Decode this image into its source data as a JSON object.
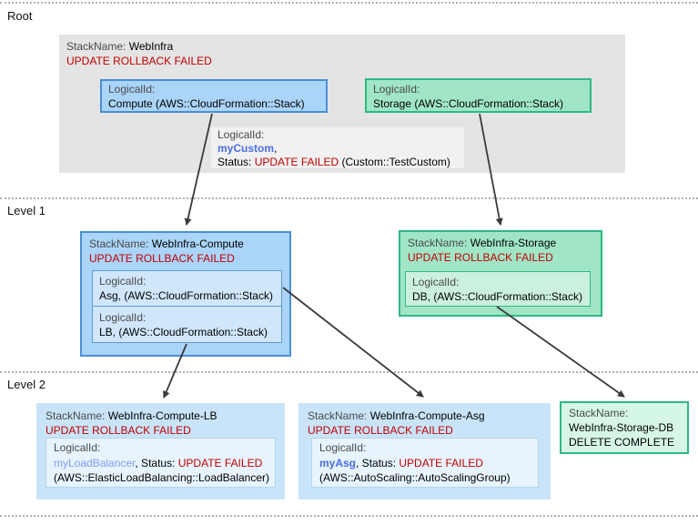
{
  "sections": {
    "root": "Root",
    "level1": "Level 1",
    "level2": "Level 2"
  },
  "root": {
    "stack": {
      "stackname_label": "StackName:",
      "name": "WebInfra",
      "status": "UPDATE ROLLBACK FAILED"
    },
    "compute": {
      "logicalid_label": "LogicalId:",
      "value": "Compute (AWS::CloudFormation::Stack)"
    },
    "storage": {
      "logicalid_label": "LogicalId:",
      "value": "Storage (AWS::CloudFormation::Stack)"
    },
    "custom": {
      "logicalid_label": "LogicalId:",
      "link": "myCustom",
      "comma": ",",
      "status_label": "Status:",
      "status_value": "UPDATE FAILED",
      "type": "(Custom::TestCustom)"
    }
  },
  "level1": {
    "compute": {
      "stackname_label": "StackName:",
      "name": "WebInfra-Compute",
      "status": "UPDATE ROLLBACK FAILED",
      "resources": [
        {
          "logicalid_label": "LogicalId:",
          "value": "Asg, (AWS::CloudFormation::Stack)"
        },
        {
          "logicalid_label": "LogicalId:",
          "value": "LB, (AWS::CloudFormation::Stack)"
        }
      ]
    },
    "storage": {
      "stackname_label": "StackName:",
      "name": "WebInfra-Storage",
      "status": "UPDATE ROLLBACK FAILED",
      "resource": {
        "logicalid_label": "LogicalId:",
        "value": "DB, (AWS::CloudFormation::Stack)"
      }
    }
  },
  "level2": {
    "lb": {
      "stackname_label": "StackName:",
      "name": "WebInfra-Compute-LB",
      "status": "UPDATE ROLLBACK FAILED",
      "resource": {
        "logicalid_label": "LogicalId:",
        "link": "myLoadBalancer",
        "mid": ", Status:",
        "status_value": "UPDATE FAILED",
        "type": "(AWS::ElasticLoadBalancing::LoadBalancer)"
      }
    },
    "asg": {
      "stackname_label": "StackName:",
      "name": "WebInfra-Compute-Asg",
      "status": "UPDATE ROLLBACK FAILED",
      "resource": {
        "logicalid_label": "LogicalId:",
        "link": "myAsg",
        "mid": ", Status:",
        "status_value": "UPDATE FAILED",
        "type": "(AWS::AutoScaling::AutoScalingGroup)"
      }
    },
    "db": {
      "stackname_label": "StackName:",
      "name": "WebInfra-Storage-DB",
      "status": "DELETE COMPLETE"
    }
  },
  "colors": {
    "status_error": "#c00000",
    "link_strong": "#4a6ee0",
    "link_light": "#7f9ff0",
    "blue_fill": "#aad4f8",
    "blue_border": "#4a8ed8",
    "blue_fill_light": "#cfe6fb",
    "blue_fill_pale": "#c9e4f8",
    "blue_fill_palest": "#e7f3fd",
    "green_fill": "#a0e6c6",
    "green_border": "#2fb984",
    "green_fill_light": "#ccf0de",
    "green_fill_pale": "#d6f6e7",
    "gray_fill": "#e4e4e4",
    "gray_fill_light": "#f1f1f1",
    "arrow": "#3a3a3a"
  }
}
